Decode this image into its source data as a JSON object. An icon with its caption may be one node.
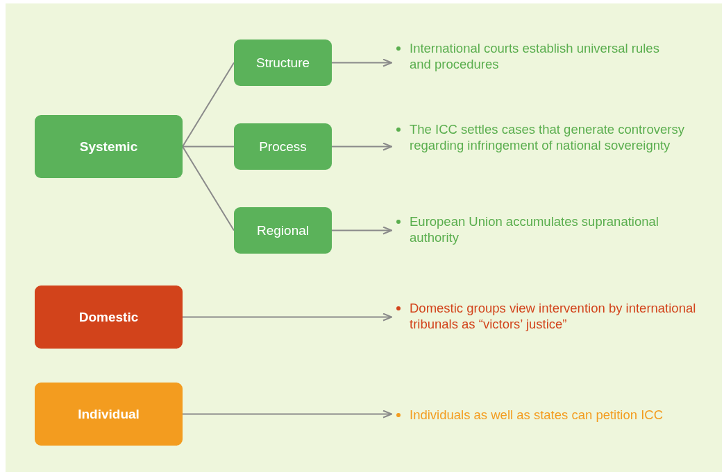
{
  "diagram": {
    "nodes": [
      {
        "text": [
          "Systemic"
        ]
      },
      {
        "text": [
          "Structure"
        ]
      },
      {
        "text": [
          "Process"
        ]
      },
      {
        "text": [
          "Regional"
        ]
      },
      {
        "text": [
          "Domestic"
        ]
      },
      {
        "text": [
          "Individual"
        ]
      },
      {
        "text": [
          "International courts establish universal rules and procedures"
        ]
      },
      {
        "text": [
          "The ICC settles cases that generate controversy regarding infringement of national sovereignty"
        ]
      },
      {
        "text": [
          "European Union accumulates supranational authority"
        ]
      },
      {
        "text": [
          "Domestic groups view intervention by international tribunals as “victors’ justice”"
        ]
      },
      {
        "text": [
          "Individuals as well as states can petition ICC"
        ]
      }
    ],
    "edges": [
      {
        "from": 0,
        "to": 1,
        "arrow": "none"
      },
      {
        "from": 0,
        "to": 2,
        "arrow": "none"
      },
      {
        "from": 0,
        "to": 3,
        "arrow": "none"
      },
      {
        "from": 1,
        "to": 6,
        "arrow": "to"
      },
      {
        "from": 2,
        "to": 7,
        "arrow": "to"
      },
      {
        "from": 3,
        "to": 8,
        "arrow": "to"
      },
      {
        "from": 4,
        "to": 9,
        "arrow": "to"
      },
      {
        "from": 5,
        "to": 10,
        "arrow": "to"
      }
    ]
  }
}
